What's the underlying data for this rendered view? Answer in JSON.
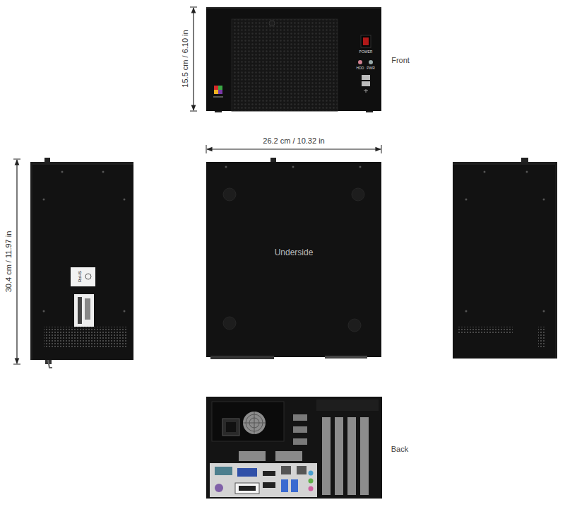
{
  "diagram": {
    "labels": [
      "15.5 cm / 6.10 in",
      "POWER",
      "HDD",
      "PWR",
      "Front",
      "26.2 cm / 10.32 in",
      "30.4 cm / 11.97 in",
      "RoHS",
      "Underside",
      "Back"
    ]
  }
}
